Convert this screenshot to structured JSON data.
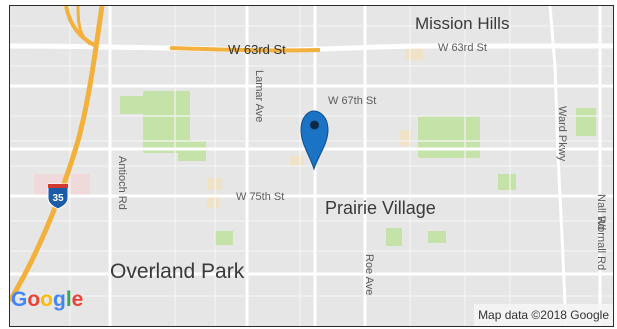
{
  "map": {
    "places": {
      "mission_hills": "Mission Hills",
      "prairie_village": "Prairie Village",
      "overland_park": "Overland Park"
    },
    "streets": {
      "w63_major": "W 63rd St",
      "w63_minor": "W 63rd St",
      "w67": "W 67th St",
      "w75": "W 75th St",
      "lamar": "Lamar Ave",
      "antioch": "Antioch Rd",
      "roe": "Roe Ave",
      "ward": "Ward Pkwy",
      "nall": "Nall Rd",
      "wornall": "Wornall Rd"
    },
    "highway_shield": "35",
    "pin_icon": "location-pin-icon",
    "logo": {
      "letters": [
        "G",
        "o",
        "o",
        "g",
        "l",
        "e"
      ],
      "colors": [
        "#4285F4",
        "#EA4335",
        "#FBBC05",
        "#4285F4",
        "#34A853",
        "#EA4335"
      ]
    },
    "attribution": "Map data ©2018 Google",
    "colors": {
      "land": "#e6e6e6",
      "park": "#c5e3a9",
      "highway": "#f2b13d",
      "road": "#ffffff",
      "pin": "#1a73c4"
    }
  }
}
